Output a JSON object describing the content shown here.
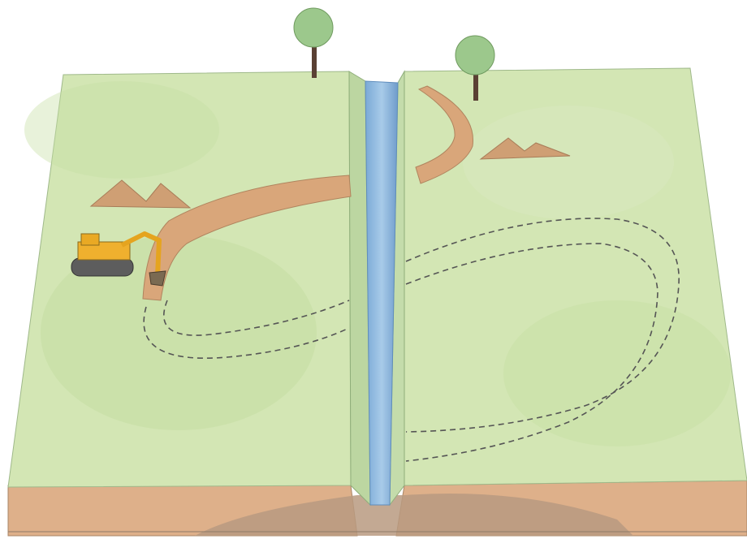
{
  "illustration": {
    "style": "watercolor block diagram",
    "elements": [
      "grass-block-left",
      "grass-block-right",
      "canal",
      "trench",
      "excavator",
      "dirt-mound",
      "tree",
      "dashed-path",
      "soil-cross-section"
    ]
  },
  "palette": {
    "grass": "#d3e6b4",
    "grass_shade": "#c2dc9e",
    "water": "#8fb8dd",
    "water_dark": "#6f9ccb",
    "trench": "#d9a67a",
    "soil": "#deb08a",
    "soil_dark": "#b89a80",
    "excavator": "#efb02e",
    "tree_crown": "#9cc88c",
    "tree_trunk": "#5a4034",
    "path": "#555555"
  }
}
